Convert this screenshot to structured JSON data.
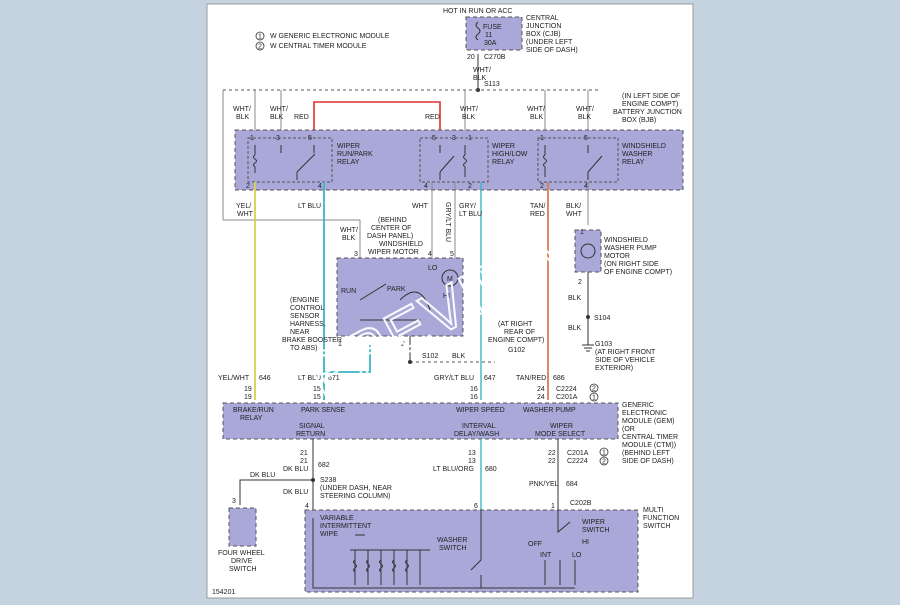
{
  "legend": [
    "W GENERIC ELECTRONIC MODULE",
    "W CENTRAL TIMER MODULE"
  ],
  "legend_markers": [
    "1",
    "2"
  ],
  "fuse": {
    "top": "HOT IN RUN OR ACC",
    "name": "FUSE",
    "number": "11",
    "amps": "30A",
    "connector": "C270B",
    "pin": "20",
    "location": [
      "CENTRAL",
      "JUNCTION",
      "BOX (CJB)",
      "(UNDER LEFT",
      "SIDE OF DASH)"
    ]
  },
  "top_feed": {
    "color": [
      "WHT/",
      "BLK"
    ],
    "splice": "S113"
  },
  "bjb": [
    "(IN LEFT SIDE OF",
    "ENGINE COMPT)",
    "BATTERY JUNCTION",
    "BOX (BJB)"
  ],
  "relays": {
    "run_park": {
      "name": [
        "WIPER",
        "RUN/PARK",
        "RELAY"
      ],
      "pins": [
        "1",
        "3",
        "5",
        "2",
        "4"
      ],
      "colors": [
        "WHT/",
        "BLK",
        "WHT/",
        "BLK",
        "RED"
      ]
    },
    "hi_low": {
      "name": [
        "WIPER",
        "HIGH/LOW",
        "RELAY"
      ],
      "pins": [
        "5",
        "3",
        "1",
        "4",
        "2"
      ],
      "colors": [
        "RED",
        "WHT/",
        "BLK"
      ]
    },
    "washer": {
      "name": [
        "WINDSHIELD",
        "WASHER",
        "RELAY"
      ],
      "pins": [
        "1",
        "5",
        "2",
        "4"
      ],
      "colors": [
        "WHT/",
        "BLK",
        "WHT/",
        "BLK"
      ]
    }
  },
  "mid_wire_labels": {
    "yel_wht": [
      "YEL/",
      "WHT"
    ],
    "lt_blu": "LT BLU",
    "wht": "WHT",
    "wht_blk": [
      "WHT/",
      "BLK"
    ],
    "gry": [
      "GRY/",
      "LT BLU"
    ],
    "tan_red": [
      "TAN/",
      "RED"
    ],
    "blk_wht": [
      "BLK/",
      "WHT"
    ],
    "vertical_label": "GRY/LT BLU"
  },
  "wiper_motor": {
    "location": [
      "(BEHIND",
      "CENTER OF",
      "DASH PANEL)",
      "WINDSHIELD",
      "WIPER MOTOR"
    ],
    "labels": [
      "RUN",
      "PARK",
      "LO",
      "M",
      "HI"
    ],
    "pins": [
      "3",
      "4",
      "5",
      "2",
      "1"
    ]
  },
  "engine_sensor": [
    "(ENGINE",
    "CONTROL",
    "SENSOR",
    "HARNESS,",
    "NEAR",
    "BRAKE BOOSTER",
    "TO ABS)"
  ],
  "pump": {
    "name": [
      "WINDSHIELD",
      "WASHER PUMP",
      "MOTOR",
      "(ON RIGHT SIDE",
      "OF ENGINE COMPT)"
    ],
    "pins": [
      "1",
      "2"
    ],
    "wire": "BLK",
    "splice": "S104",
    "ground": "G103",
    "ground_loc": [
      "(AT RIGHT FRONT",
      "SIDE OF VEHICLE",
      "EXTERIOR)"
    ]
  },
  "ground_g102": {
    "loc": [
      "(AT RIGHT",
      "REAR OF",
      "ENGINE COMPT)"
    ],
    "name": "G102",
    "splice": "S102",
    "wire": "BLK"
  },
  "circuits": [
    {
      "color": "YEL/WHT",
      "num": "646",
      "pin_top": "19",
      "pin_bot": "19"
    },
    {
      "color": "LT BLU",
      "num": "671",
      "pin_top": "15",
      "pin_bot": "15"
    },
    {
      "color": "GRY/LT BLU",
      "num": "647",
      "pin_top": "16",
      "pin_bot": "16"
    },
    {
      "color": "TAN/RED",
      "num": "686",
      "pin_top": "24",
      "pin_bot": "24"
    }
  ],
  "connectors_top": [
    "C2224",
    "C201A"
  ],
  "markers_top": [
    "2",
    "1"
  ],
  "gem": {
    "labels_top": [
      "BRAKE/RUN",
      "RELAY",
      "PARK SENSE",
      "WIPER SPEED",
      "WASHER PUMP"
    ],
    "labels_bot": [
      "SIGNAL",
      "RETURN",
      "INTERVAL",
      "DELAY/WASH",
      "WIPER",
      "MODE SELECT"
    ],
    "name": [
      "GENERIC",
      "ELECTRONIC",
      "MODULE (GEM)",
      "(OR",
      "CENTRAL TIMER",
      "MODULE (CTM))",
      "(BEHIND LEFT",
      "SIDE OF DASH)"
    ]
  },
  "lower": {
    "left": {
      "pins": [
        "21",
        "21"
      ],
      "color": "DK BLU",
      "num": "682"
    },
    "mid": {
      "pins": [
        "13",
        "13"
      ],
      "color": "LT BLU/ORG",
      "num": "680"
    },
    "right": {
      "pins": [
        "22",
        "22"
      ],
      "color": "PNK/YEL",
      "num": "684"
    },
    "connectors": [
      "C201A",
      "C2224"
    ],
    "markers": [
      "1",
      "2"
    ]
  },
  "splice_s238": {
    "name": "S238",
    "loc": [
      "(UNDER DASH, NEAR",
      "STEERING COLUMN)"
    ],
    "color": "DK BLU"
  },
  "dk_blu_left": "DK BLU",
  "four_wd": {
    "pin": "3",
    "name": [
      "FOUR WHEEL",
      "DRIVE",
      "SWITCH"
    ]
  },
  "mfs": {
    "pin_left": "4",
    "pin_mid": "6",
    "pin_right": "1",
    "connector": "C202B",
    "labels": [
      "VARIABLE",
      "INTERMITTENT",
      "WIPE",
      "WASHER",
      "SWITCH",
      "OFF",
      "INT",
      "LO",
      "HI"
    ],
    "wiper_switch": [
      "WIPER",
      "SWITCH"
    ],
    "name": [
      "MULTI",
      "FUNCTION",
      "SWITCH"
    ]
  },
  "figure_id": "154201",
  "watermark": "PREVIEW",
  "colors": {
    "background": "#c5d3e0",
    "paper": "#ffffff",
    "box": "#a9a8d8",
    "red": "#e03030",
    "yellow": "#d8d04a",
    "cyan": "#38b8c8",
    "orange": "#d87f50",
    "gray": "#8a8a8a"
  }
}
